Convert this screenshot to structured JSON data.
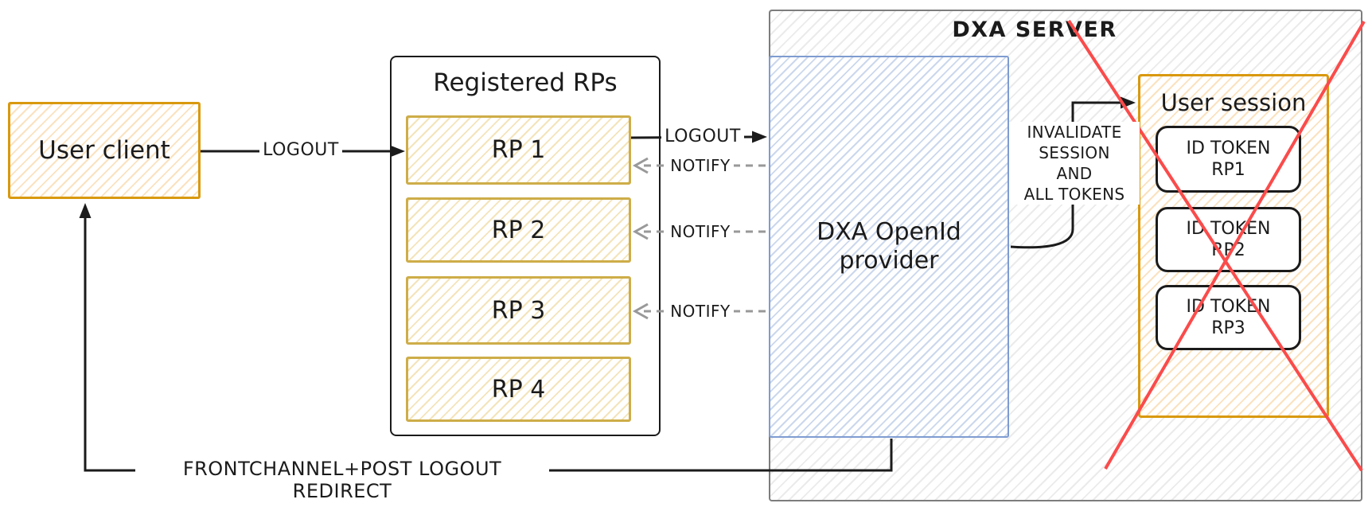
{
  "diagram": {
    "user_client": {
      "label": "User client"
    },
    "registered_rps": {
      "title": "Registered RPs",
      "items": [
        "RP 1",
        "RP 2",
        "RP 3",
        "RP 4"
      ]
    },
    "dxa_server": {
      "title": "DXA SERVER"
    },
    "openid_provider": {
      "line1": "DXA OpenId",
      "line2": "provider"
    },
    "user_session": {
      "title": "User session",
      "tokens": [
        {
          "line1": "ID TOKEN",
          "line2": "RP1"
        },
        {
          "line1": "ID TOKEN",
          "line2": "RP2"
        },
        {
          "line1": "ID TOKEN",
          "line2": "RP3"
        }
      ]
    },
    "labels": {
      "logout_client_to_rp": "LOGOUT",
      "logout_rp_to_provider": "LOGOUT",
      "notify_rp1": "NOTIFY",
      "notify_rp2": "NOTIFY",
      "notify_rp3": "NOTIFY",
      "invalidate_line1": "INVALIDATE",
      "invalidate_line2": "SESSION",
      "invalidate_line3": "AND",
      "invalidate_line4": "ALL TOKENS",
      "frontchannel": "FRONTCHANNEL+POST LOGOUT REDIRECT"
    },
    "colors": {
      "accent_gold": "#d9990e",
      "accent_yellow": "#cead49",
      "accent_blue": "#7f9cd1",
      "container_gray": "#7d7d7d",
      "cross_red": "#fb4b4b",
      "arrow_black": "#1b1b1b",
      "notify_gray": "#999999"
    }
  }
}
